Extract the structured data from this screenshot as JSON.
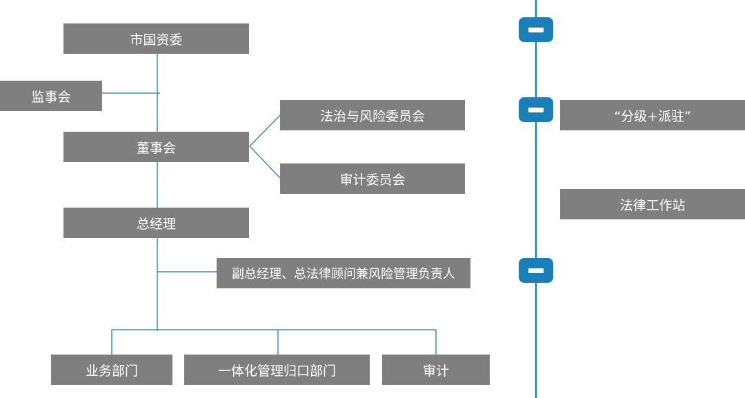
{
  "colors": {
    "box_fill": "#7f7f7f",
    "box_text": "#ffffff",
    "connector": "#3f8fa6",
    "timeline": "#1a7fb7",
    "marker_fill": "#1a7fb7"
  },
  "org_chart": {
    "shareholder": "市国资委",
    "supervisory_board": "监事会",
    "board": "董事会",
    "committees": [
      "法治与风险委员会",
      "审计委员会"
    ],
    "general_manager": "总经理",
    "deputy": "副总经理、总法律顾问兼风险管理负责人",
    "departments": [
      "业务部门",
      "一体化管理归口部门",
      "审计"
    ]
  },
  "timeline": {
    "items": [
      "“分级+派驻”",
      "法律工作站"
    ]
  }
}
